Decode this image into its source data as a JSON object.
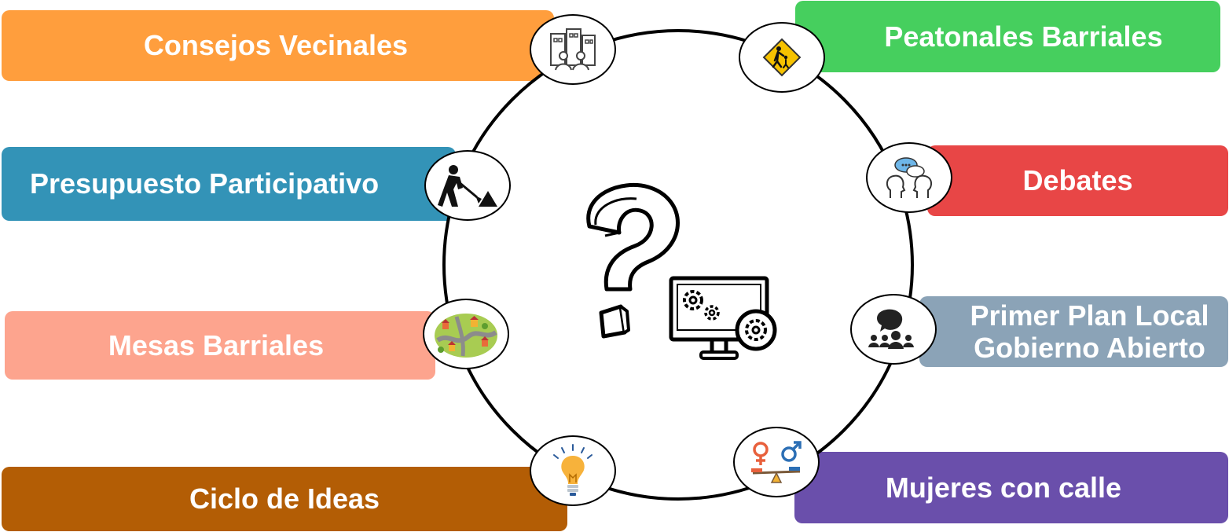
{
  "diagram": {
    "boxes": [
      {
        "id": "consejos",
        "label": "Consejos Vecinales",
        "color": "#FF9E3D",
        "icon": "buildings-people-icon"
      },
      {
        "id": "peatonales",
        "label": "Peatonales Barriales",
        "color": "#46CF5E",
        "icon": "pedestrian-sign-icon"
      },
      {
        "id": "presupuesto",
        "label": "Presupuesto Participativo",
        "color": "#3393B7",
        "icon": "worker-shovel-icon"
      },
      {
        "id": "debates",
        "label": "Debates",
        "color": "#E84646",
        "icon": "talking-heads-icon"
      },
      {
        "id": "mesas",
        "label": "Mesas Barriales",
        "color": "#FDA48E",
        "icon": "neighborhood-map-icon"
      },
      {
        "id": "primer-plan",
        "label_line1": "Primer Plan Local",
        "label_line2": "Gobierno Abierto",
        "color": "#8BA3B7",
        "icon": "community-group-icon"
      },
      {
        "id": "ciclo",
        "label": "Ciclo de Ideas",
        "color": "#B35D05",
        "icon": "lightbulb-icon"
      },
      {
        "id": "mujeres",
        "label": "Mujeres con calle",
        "color": "#6A4FAB",
        "icon": "gender-balance-icon"
      }
    ],
    "center": {
      "icons": [
        "question-mark-icon",
        "computer-gears-icon"
      ]
    }
  }
}
